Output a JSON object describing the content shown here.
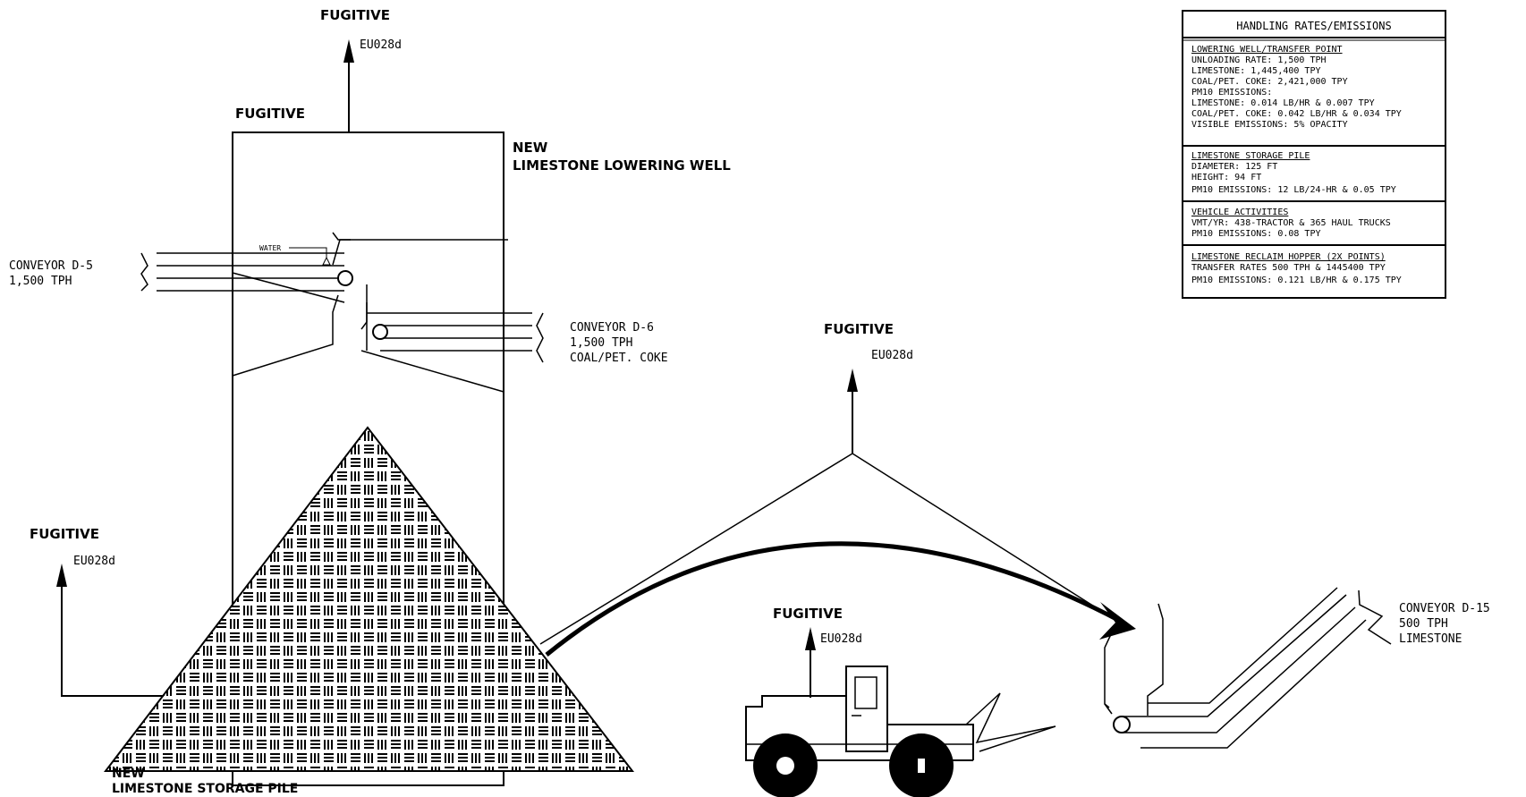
{
  "labels": {
    "fugitive": "FUGITIVE",
    "emission_unit": "EU028d",
    "new": "NEW",
    "lowering_well": "LIMESTONE LOWERING WELL",
    "storage_pile": "LIMESTONE STORAGE PILE",
    "water": "WATER"
  },
  "conveyors": {
    "d5": {
      "name": "CONVEYOR D-5",
      "rate": "1,500 TPH"
    },
    "d6": {
      "name": "CONVEYOR D-6",
      "rate": "1,500 TPH",
      "material": "COAL/PET. COKE"
    },
    "d15": {
      "name": "CONVEYOR D-15",
      "rate": "500 TPH",
      "material": "LIMESTONE"
    }
  },
  "table": {
    "title": "HANDLING RATES/EMISSIONS",
    "sections": [
      {
        "heading": "LOWERING WELL/TRANSFER POINT",
        "lines": [
          "UNLOADING RATE: 1,500 TPH",
          "LIMESTONE: 1,445,400 TPY",
          "COAL/PET. COKE:   2,421,000 TPY",
          "PM10 EMISSIONS:",
          "LIMESTONE: 0.014 LB/HR & 0.007 TPY",
          "COAL/PET. COKE:   0.042 LB/HR & 0.034 TPY",
          "VISIBLE EMISSIONS:  5% OPACITY"
        ]
      },
      {
        "heading": "LIMESTONE STORAGE PILE",
        "lines": [
          "DIAMETER: 125 FT",
          "HEIGHT: 94 FT",
          "PM10 EMISSIONS: 12 LB/24-HR & 0.05 TPY"
        ]
      },
      {
        "heading": "VEHICLE ACTIVITIES",
        "lines": [
          "VMT/YR: 438-TRACTOR & 365 HAUL TRUCKS",
          "PM10 EMISSIONS: 0.08 TPY"
        ]
      },
      {
        "heading": "LIMESTONE RECLAIM HOPPER (2X POINTS)",
        "lines": [
          "TRANSFER RATES 500 TPH & 1445400 TPY",
          "PM10 EMISSIONS: 0.121 LB/HR & 0.175 TPY"
        ]
      }
    ]
  }
}
